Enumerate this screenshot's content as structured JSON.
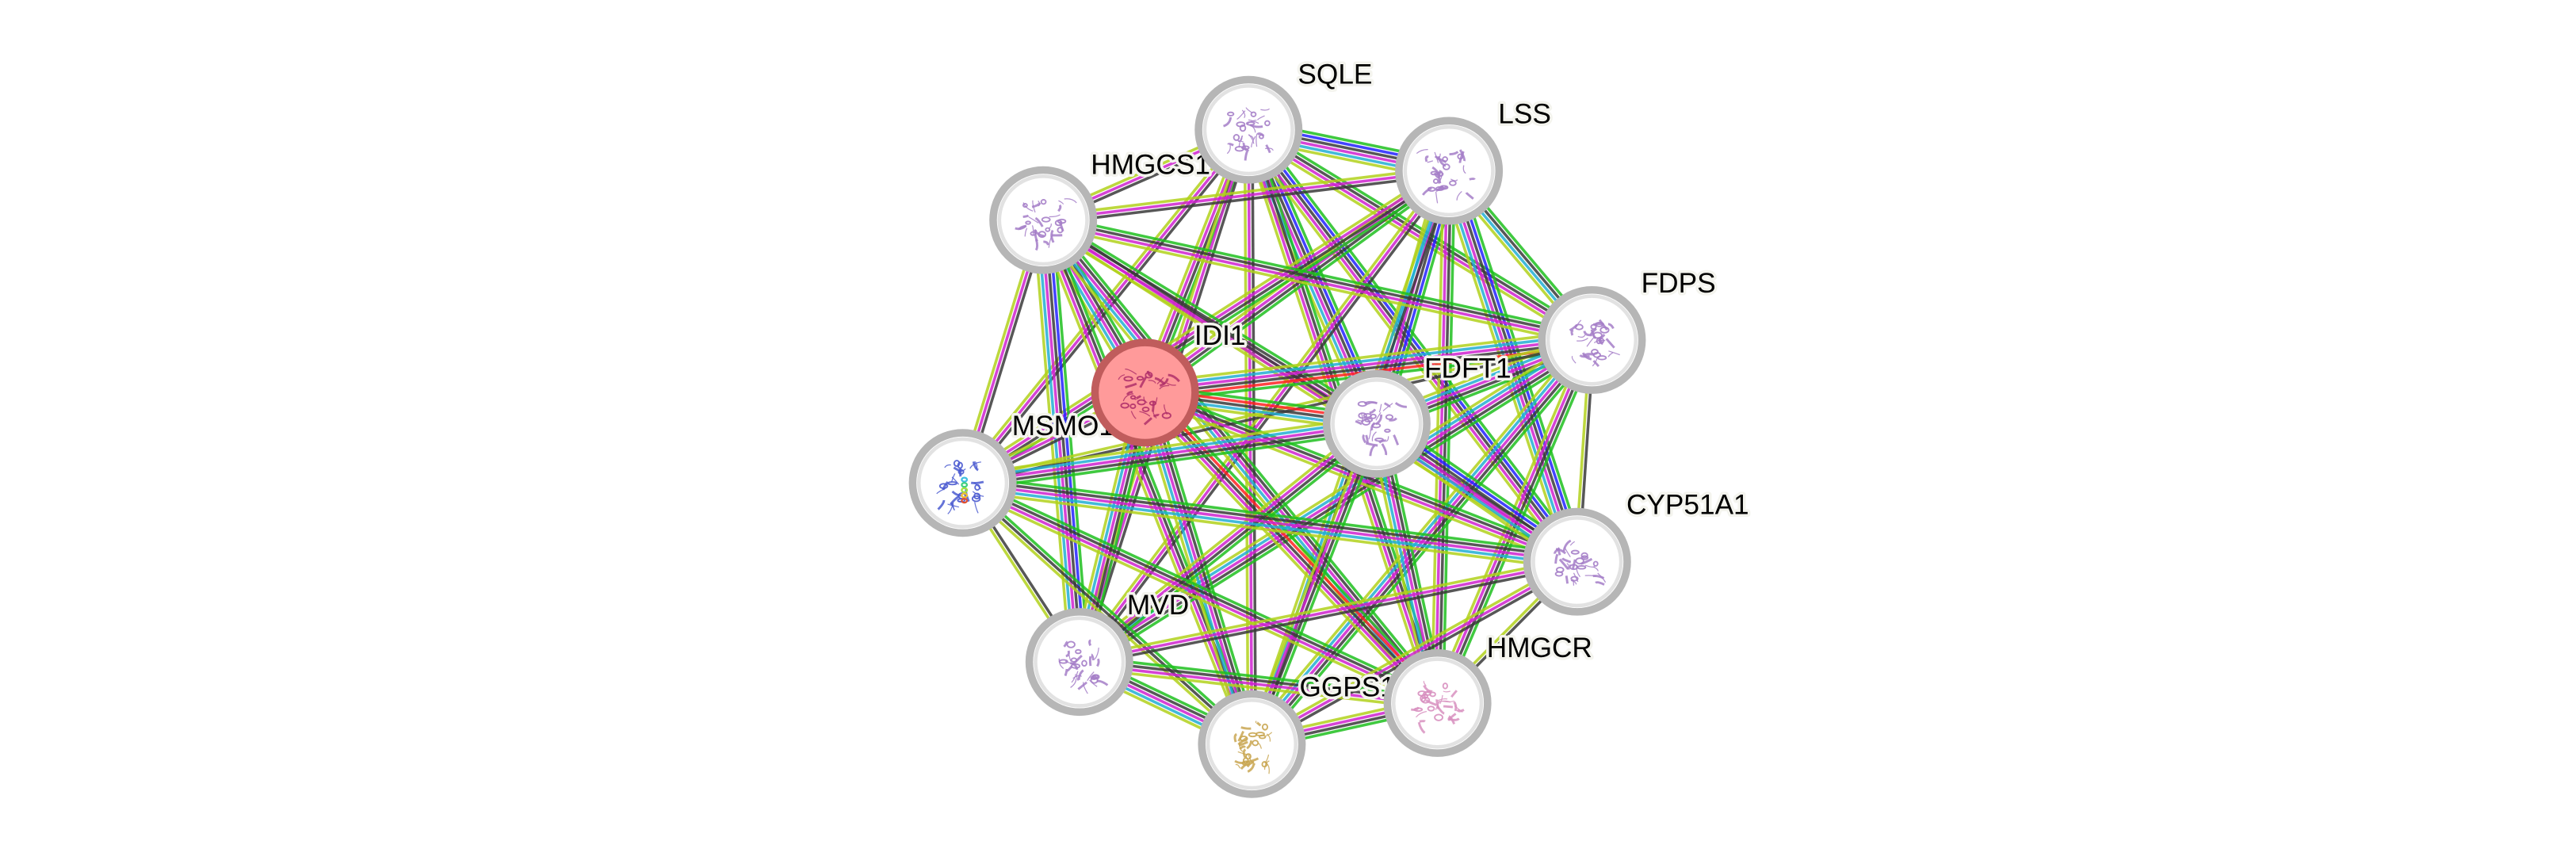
{
  "query_protein": "IDI1",
  "evidence_colors": {
    "neighborhood": "#1fbf1f",
    "fusion": "#ff2222",
    "cooccurrence": "#2222ff",
    "coexpression": "#3a3a3a",
    "experiments": "#cf22cf",
    "databases": "#22aed2",
    "textmining": "#b2d11c"
  },
  "nodes": [
    {
      "name": "SQLE",
      "query": false,
      "structure_color": "#a57ec8"
    },
    {
      "name": "LSS",
      "query": false,
      "structure_color": "#a57ec8"
    },
    {
      "name": "HMGCS1",
      "query": false,
      "structure_color": "#a57ec8"
    },
    {
      "name": "FDPS",
      "query": false,
      "structure_color": "#a57ec8"
    },
    {
      "name": "IDI1",
      "query": true,
      "structure_color": "#b0306a",
      "fill_color": "#ff9a9a",
      "ring_color": "#c05c5c"
    },
    {
      "name": "FDFT1",
      "query": false,
      "structure_color": "#a57ec8"
    },
    {
      "name": "MSMO1",
      "query": false,
      "structure_color": "#4a5ad0"
    },
    {
      "name": "CYP51A1",
      "query": false,
      "structure_color": "#a57ec8"
    },
    {
      "name": "MVD",
      "query": false,
      "structure_color": "#a57ec8"
    },
    {
      "name": "HMGCR",
      "query": false,
      "structure_color": "#d890c0"
    },
    {
      "name": "GGPS1",
      "query": false,
      "structure_color": "#c9a651"
    }
  ],
  "edges": [
    {
      "a": "SQLE",
      "b": "LSS",
      "evidence": [
        "cooccurrence",
        "coexpression",
        "databases",
        "neighborhood",
        "experiments",
        "textmining"
      ]
    },
    {
      "a": "SQLE",
      "b": "HMGCS1",
      "evidence": [
        "coexpression",
        "experiments",
        "textmining"
      ]
    },
    {
      "a": "SQLE",
      "b": "FDPS",
      "evidence": [
        "neighborhood",
        "coexpression",
        "experiments",
        "textmining"
      ]
    },
    {
      "a": "SQLE",
      "b": "IDI1",
      "evidence": [
        "neighborhood",
        "coexpression",
        "experiments",
        "textmining"
      ]
    },
    {
      "a": "SQLE",
      "b": "FDFT1",
      "evidence": [
        "cooccurrence",
        "coexpression",
        "databases",
        "neighborhood",
        "experiments",
        "textmining"
      ]
    },
    {
      "a": "SQLE",
      "b": "MSMO1",
      "evidence": [
        "coexpression",
        "experiments",
        "textmining"
      ]
    },
    {
      "a": "SQLE",
      "b": "CYP51A1",
      "evidence": [
        "cooccurrence",
        "coexpression",
        "neighborhood",
        "experiments",
        "textmining"
      ]
    },
    {
      "a": "SQLE",
      "b": "MVD",
      "evidence": [
        "coexpression",
        "experiments",
        "textmining"
      ]
    },
    {
      "a": "SQLE",
      "b": "HMGCR",
      "evidence": [
        "neighborhood",
        "coexpression",
        "experiments",
        "textmining"
      ]
    },
    {
      "a": "SQLE",
      "b": "GGPS1",
      "evidence": [
        "coexpression",
        "experiments",
        "textmining"
      ]
    },
    {
      "a": "LSS",
      "b": "HMGCS1",
      "evidence": [
        "coexpression",
        "experiments",
        "textmining"
      ]
    },
    {
      "a": "LSS",
      "b": "FDPS",
      "evidence": [
        "neighborhood",
        "coexpression",
        "databases",
        "textmining"
      ]
    },
    {
      "a": "LSS",
      "b": "IDI1",
      "evidence": [
        "neighborhood",
        "coexpression",
        "experiments",
        "textmining"
      ]
    },
    {
      "a": "LSS",
      "b": "FDFT1",
      "evidence": [
        "cooccurrence",
        "coexpression",
        "databases",
        "neighborhood",
        "experiments",
        "textmining"
      ]
    },
    {
      "a": "LSS",
      "b": "MSMO1",
      "evidence": [
        "neighborhood",
        "coexpression",
        "experiments",
        "textmining"
      ]
    },
    {
      "a": "LSS",
      "b": "CYP51A1",
      "evidence": [
        "cooccurrence",
        "coexpression",
        "databases",
        "neighborhood",
        "experiments",
        "textmining"
      ]
    },
    {
      "a": "LSS",
      "b": "MVD",
      "evidence": [
        "coexpression",
        "experiments",
        "textmining"
      ]
    },
    {
      "a": "LSS",
      "b": "HMGCR",
      "evidence": [
        "neighborhood",
        "coexpression",
        "experiments",
        "textmining"
      ]
    },
    {
      "a": "LSS",
      "b": "GGPS1",
      "evidence": [
        "coexpression",
        "databases",
        "textmining"
      ]
    },
    {
      "a": "HMGCS1",
      "b": "FDPS",
      "evidence": [
        "neighborhood",
        "coexpression",
        "experiments",
        "textmining"
      ]
    },
    {
      "a": "HMGCS1",
      "b": "IDI1",
      "evidence": [
        "neighborhood",
        "coexpression",
        "databases",
        "experiments",
        "textmining"
      ]
    },
    {
      "a": "HMGCS1",
      "b": "FDFT1",
      "evidence": [
        "neighborhood",
        "coexpression",
        "experiments",
        "textmining"
      ]
    },
    {
      "a": "HMGCS1",
      "b": "MSMO1",
      "evidence": [
        "coexpression",
        "experiments",
        "textmining"
      ]
    },
    {
      "a": "HMGCS1",
      "b": "CYP51A1",
      "evidence": [
        "coexpression",
        "experiments",
        "textmining"
      ]
    },
    {
      "a": "HMGCS1",
      "b": "MVD",
      "evidence": [
        "neighborhood",
        "cooccurrence",
        "coexpression",
        "experiments",
        "databases",
        "textmining"
      ]
    },
    {
      "a": "HMGCS1",
      "b": "HMGCR",
      "evidence": [
        "neighborhood",
        "coexpression",
        "databases",
        "experiments",
        "textmining"
      ]
    },
    {
      "a": "HMGCS1",
      "b": "GGPS1",
      "evidence": [
        "neighborhood",
        "coexpression",
        "experiments",
        "textmining"
      ]
    },
    {
      "a": "FDPS",
      "b": "IDI1",
      "evidence": [
        "fusion",
        "neighborhood",
        "coexpression",
        "databases",
        "experiments",
        "textmining"
      ]
    },
    {
      "a": "FDPS",
      "b": "FDFT1",
      "evidence": [
        "neighborhood",
        "coexpression",
        "databases",
        "experiments",
        "textmining"
      ]
    },
    {
      "a": "FDPS",
      "b": "MSMO1",
      "evidence": [
        "coexpression",
        "textmining"
      ]
    },
    {
      "a": "FDPS",
      "b": "CYP51A1",
      "evidence": [
        "coexpression",
        "textmining"
      ]
    },
    {
      "a": "FDPS",
      "b": "MVD",
      "evidence": [
        "neighborhood",
        "coexpression",
        "databases",
        "experiments",
        "textmining"
      ]
    },
    {
      "a": "FDPS",
      "b": "HMGCR",
      "evidence": [
        "neighborhood",
        "coexpression",
        "experiments",
        "textmining"
      ]
    },
    {
      "a": "FDPS",
      "b": "GGPS1",
      "evidence": [
        "neighborhood",
        "coexpression",
        "databases",
        "experiments",
        "textmining"
      ]
    },
    {
      "a": "IDI1",
      "b": "FDFT1",
      "evidence": [
        "fusion",
        "neighborhood",
        "coexpression",
        "databases",
        "textmining"
      ]
    },
    {
      "a": "IDI1",
      "b": "MSMO1",
      "evidence": [
        "coexpression",
        "experiments",
        "textmining"
      ]
    },
    {
      "a": "IDI1",
      "b": "CYP51A1",
      "evidence": [
        "neighborhood",
        "coexpression",
        "experiments",
        "textmining"
      ]
    },
    {
      "a": "IDI1",
      "b": "MVD",
      "evidence": [
        "neighborhood",
        "coexpression",
        "databases",
        "experiments",
        "textmining"
      ]
    },
    {
      "a": "IDI1",
      "b": "HMGCR",
      "evidence": [
        "fusion",
        "neighborhood",
        "coexpression",
        "experiments",
        "textmining"
      ]
    },
    {
      "a": "IDI1",
      "b": "GGPS1",
      "evidence": [
        "neighborhood",
        "coexpression",
        "databases",
        "experiments",
        "textmining"
      ]
    },
    {
      "a": "FDFT1",
      "b": "MSMO1",
      "evidence": [
        "neighborhood",
        "coexpression",
        "databases",
        "experiments",
        "textmining"
      ]
    },
    {
      "a": "FDFT1",
      "b": "CYP51A1",
      "evidence": [
        "cooccurrence",
        "coexpression",
        "databases",
        "neighborhood",
        "experiments",
        "textmining"
      ]
    },
    {
      "a": "FDFT1",
      "b": "MVD",
      "evidence": [
        "neighborhood",
        "coexpression",
        "experiments",
        "textmining"
      ]
    },
    {
      "a": "FDFT1",
      "b": "HMGCR",
      "evidence": [
        "neighborhood",
        "coexpression",
        "databases",
        "experiments",
        "textmining"
      ]
    },
    {
      "a": "FDFT1",
      "b": "GGPS1",
      "evidence": [
        "neighborhood",
        "coexpression",
        "experiments",
        "textmining"
      ]
    },
    {
      "a": "MSMO1",
      "b": "CYP51A1",
      "evidence": [
        "neighborhood",
        "coexpression",
        "databases",
        "experiments",
        "textmining"
      ]
    },
    {
      "a": "MSMO1",
      "b": "MVD",
      "evidence": [
        "coexpression",
        "textmining"
      ]
    },
    {
      "a": "MSMO1",
      "b": "HMGCR",
      "evidence": [
        "neighborhood",
        "coexpression",
        "experiments",
        "textmining"
      ]
    },
    {
      "a": "MSMO1",
      "b": "GGPS1",
      "evidence": [
        "neighborhood",
        "coexpression",
        "textmining"
      ]
    },
    {
      "a": "CYP51A1",
      "b": "MVD",
      "evidence": [
        "coexpression",
        "experiments",
        "textmining"
      ]
    },
    {
      "a": "CYP51A1",
      "b": "HMGCR",
      "evidence": [
        "coexpression",
        "textmining"
      ]
    },
    {
      "a": "CYP51A1",
      "b": "GGPS1",
      "evidence": [
        "coexpression",
        "experiments",
        "textmining"
      ]
    },
    {
      "a": "MVD",
      "b": "HMGCR",
      "evidence": [
        "neighborhood",
        "coexpression",
        "experiments",
        "textmining"
      ]
    },
    {
      "a": "MVD",
      "b": "GGPS1",
      "evidence": [
        "neighborhood",
        "coexpression",
        "experiments",
        "databases",
        "textmining"
      ]
    },
    {
      "a": "HMGCR",
      "b": "GGPS1",
      "evidence": [
        "neighborhood",
        "coexpression",
        "experiments",
        "textmining"
      ]
    }
  ]
}
